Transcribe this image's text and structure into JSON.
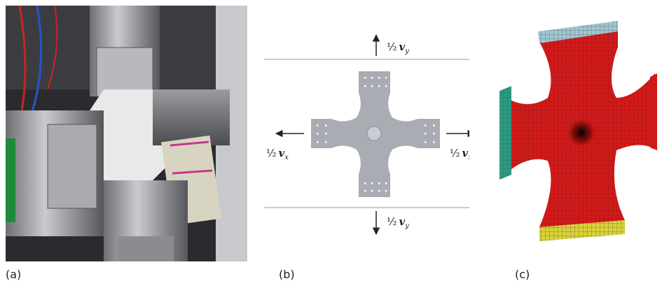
{
  "captions": {
    "a": "(a)",
    "b": "(b)",
    "c": "(c)"
  },
  "schematic": {
    "half": "½",
    "symbol": "v",
    "top_sub": "y",
    "bottom_sub": "y",
    "left_sub": "x",
    "right_sub": "x"
  },
  "colors": {
    "specimen_gray": "#a9acb3",
    "mesh_red": "#d01a1a",
    "mesh_green": "#2d9a80",
    "mesh_blue": "#9ec6d2",
    "mesh_yellow": "#d8d23a"
  }
}
